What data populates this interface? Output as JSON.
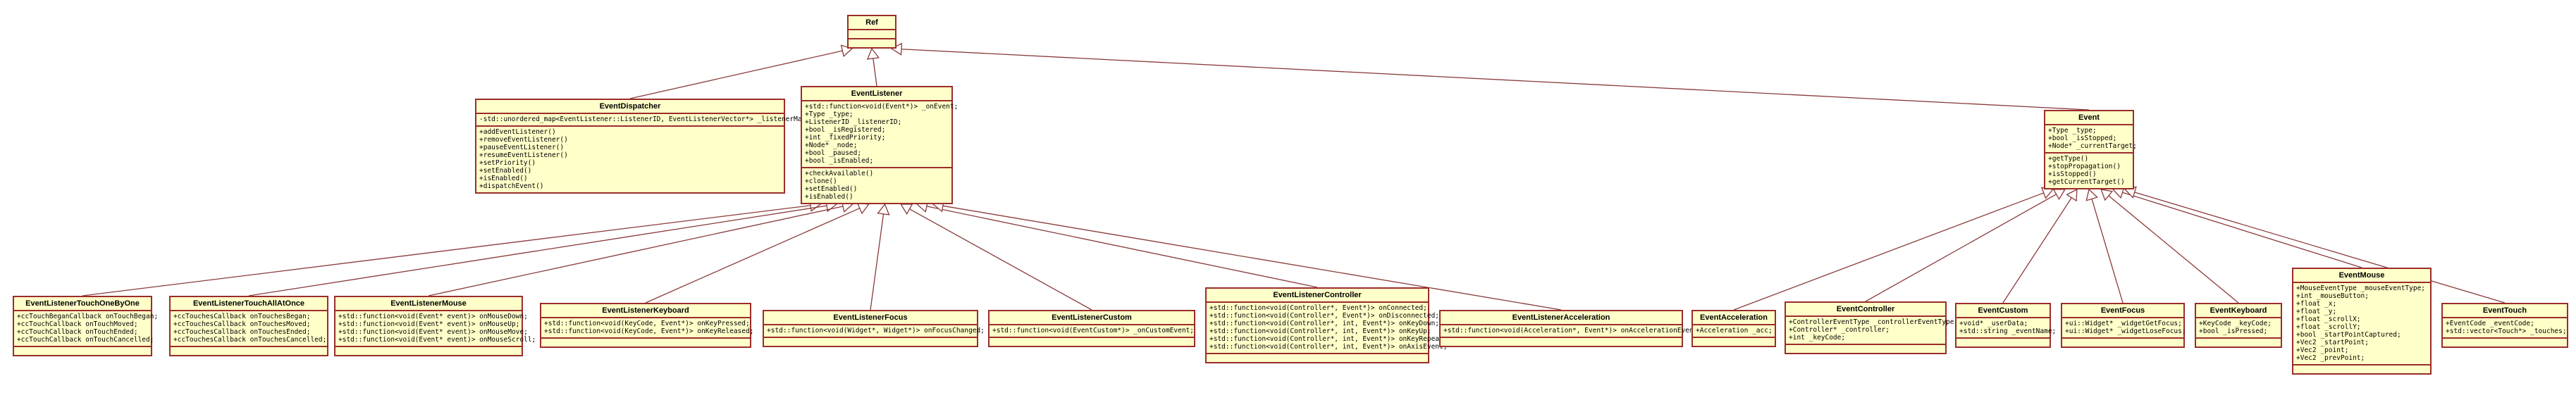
{
  "classes": {
    "ref": {
      "name": "Ref",
      "attributes": [],
      "operations": []
    },
    "event_dispatcher": {
      "name": "EventDispatcher",
      "attributes": [
        "-std::unordered_map<EventListener::ListenerID, EventListenerVector*> _listenerMap;"
      ],
      "operations": [
        "+addEventListener()",
        "+removeEventListener()",
        "+pauseEventListener()",
        "+resumeEventListener()",
        "+setPriority()",
        "+setEnabled()",
        "+isEnabled()",
        "+dispatchEvent()"
      ]
    },
    "event_listener": {
      "name": "EventListener",
      "attributes": [
        "+std::function<void(Event*)> _onEvent;",
        "+Type _type;",
        "+ListenerID _listenerID;",
        "+bool _isRegistered;",
        "+int _fixedPriority;",
        "+Node* _node;",
        "+bool _paused;",
        "+bool _isEnabled;"
      ],
      "operations": [
        "+checkAvailable()",
        "+clone()",
        "+setEnabled()",
        "+isEnabled()"
      ]
    },
    "event": {
      "name": "Event",
      "attributes": [
        "+Type _type;",
        "+bool _isStopped;",
        "+Node* _currentTarget;"
      ],
      "operations": [
        "+getType()",
        "+stopPropagation()",
        "+isStopped()",
        "+getCurrentTarget()"
      ]
    },
    "listener_touch_one_by_one": {
      "name": "EventListenerTouchOneByOne",
      "attributes": [
        "+ccTouchBeganCallback onTouchBegan;",
        "+ccTouchCallback onTouchMoved;",
        "+ccTouchCallback onTouchEnded;",
        "+ccTouchCallback onTouchCancelled;"
      ]
    },
    "listener_touch_all_at_once": {
      "name": "EventListenerTouchAllAtOnce",
      "attributes": [
        "+ccTouchesCallback onTouchesBegan;",
        "+ccTouchesCallback onTouchesMoved;",
        "+ccTouchesCallback onTouchesEnded;",
        "+ccTouchesCallback onTouchesCancelled;"
      ]
    },
    "listener_mouse": {
      "name": "EventListenerMouse",
      "attributes": [
        "+std::function<void(Event* event)> onMouseDown;",
        "+std::function<void(Event* event)> onMouseUp;",
        "+std::function<void(Event* event)> onMouseMove;",
        "+std::function<void(Event* event)> onMouseScroll;"
      ]
    },
    "listener_keyboard": {
      "name": "EventListenerKeyboard",
      "attributes": [
        "+std::function<void(KeyCode, Event*)> onKeyPressed;",
        "+std::function<void(KeyCode, Event*)> onKeyReleased;"
      ]
    },
    "listener_focus": {
      "name": "EventListenerFocus",
      "attributes": [
        "+std::function<void(Widget*, Widget*)> onFocusChanged;"
      ]
    },
    "listener_custom": {
      "name": "EventListenerCustom",
      "attributes": [
        "+std::function<void(EventCustom*)> _onCustomEvent;"
      ]
    },
    "listener_controller": {
      "name": "EventListenerController",
      "attributes": [
        "+std::function<void(Controller*, Event*)> onConnected;",
        "+std::function<void(Controller*, Event*)> onDisconnected;",
        "+std::function<void(Controller*, int, Event*)> onKeyDown;",
        "+std::function<void(Controller*, int, Event*)> onKeyUp;",
        "+std::function<void(Controller*, int, Event*)> onKeyRepeat;",
        "+std::function<void(Controller*, int, Event*)> onAxisEvent;"
      ]
    },
    "listener_acceleration": {
      "name": "EventListenerAcceleration",
      "attributes": [
        "+std::function<void(Acceleration*, Event*)> onAccelerationEvent;"
      ]
    },
    "event_acceleration": {
      "name": "EventAcceleration",
      "attributes": [
        "+Acceleration _acc;"
      ]
    },
    "event_controller": {
      "name": "EventController",
      "attributes": [
        "+ControllerEventType _controllerEventType;",
        "+Controller* _controller;",
        "+int _keyCode;"
      ]
    },
    "event_custom": {
      "name": "EventCustom",
      "attributes": [
        "+void* _userData;",
        "+std::string _eventName;"
      ]
    },
    "event_focus": {
      "name": "EventFocus",
      "attributes": [
        "+ui::Widget* _widgetGetFocus;",
        "+ui::Widget* _widgetLoseFocus;"
      ]
    },
    "event_keyboard": {
      "name": "EventKeyboard",
      "attributes": [
        "+KeyCode _keyCode;",
        "+bool _isPressed;"
      ]
    },
    "event_mouse": {
      "name": "EventMouse",
      "attributes": [
        "+MouseEventType _mouseEventType;",
        "+int _mouseButton;",
        "+float _x;",
        "+float _y;",
        "+float _scrollX;",
        "+float _scrollY;",
        "+bool _startPointCaptured;",
        "+Vec2 _startPoint;",
        "+Vec2 _point;",
        "+Vec2 _prevPoint;"
      ]
    },
    "event_touch": {
      "name": "EventTouch",
      "attributes": [
        "+EventCode _eventCode;",
        "+std::vector<Touch*> _touches;"
      ]
    }
  },
  "relations": [
    {
      "from": "event_dispatcher",
      "to": "ref"
    },
    {
      "from": "event_listener",
      "to": "ref"
    },
    {
      "from": "event",
      "to": "ref"
    },
    {
      "from": "listener_touch_one_by_one",
      "to": "event_listener"
    },
    {
      "from": "listener_touch_all_at_once",
      "to": "event_listener"
    },
    {
      "from": "listener_mouse",
      "to": "event_listener"
    },
    {
      "from": "listener_keyboard",
      "to": "event_listener"
    },
    {
      "from": "listener_focus",
      "to": "event_listener"
    },
    {
      "from": "listener_custom",
      "to": "event_listener"
    },
    {
      "from": "listener_controller",
      "to": "event_listener"
    },
    {
      "from": "listener_acceleration",
      "to": "event_listener"
    },
    {
      "from": "event_acceleration",
      "to": "event"
    },
    {
      "from": "event_controller",
      "to": "event"
    },
    {
      "from": "event_custom",
      "to": "event"
    },
    {
      "from": "event_focus",
      "to": "event"
    },
    {
      "from": "event_keyboard",
      "to": "event"
    },
    {
      "from": "event_mouse",
      "to": "event"
    },
    {
      "from": "event_touch",
      "to": "event"
    }
  ]
}
